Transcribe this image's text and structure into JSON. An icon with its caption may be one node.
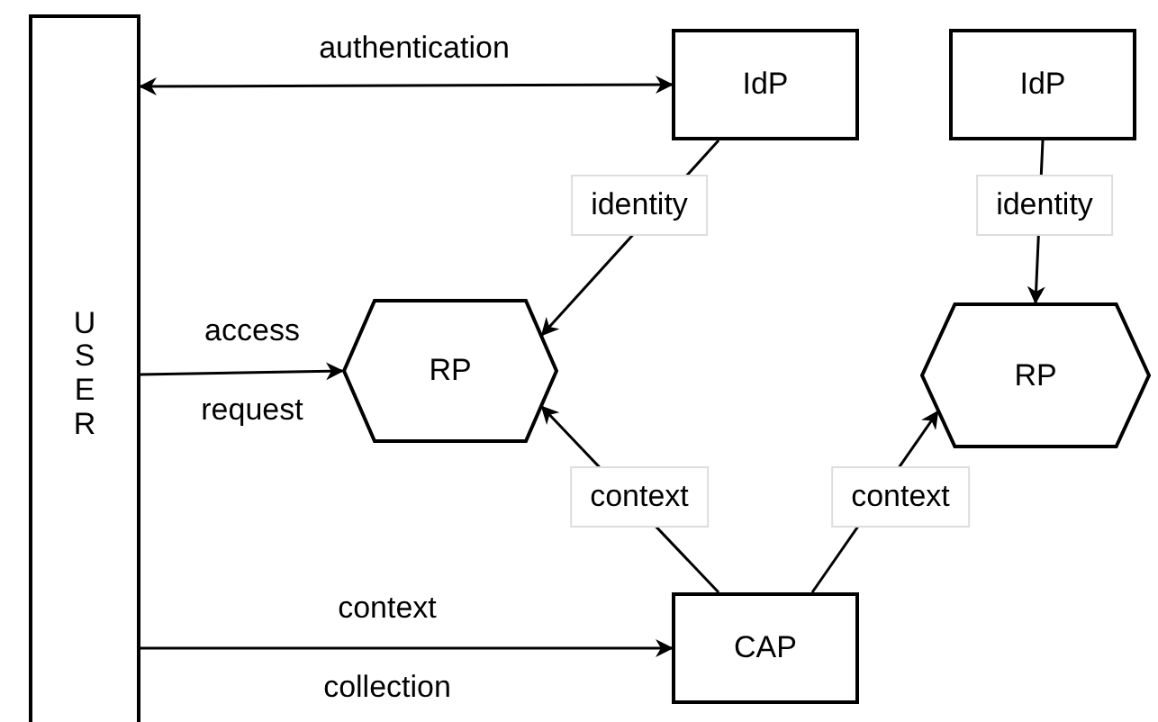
{
  "diagram": {
    "nodes": [
      {
        "text": [
          "USER"
        ]
      },
      {
        "text": [
          "IdP"
        ]
      },
      {
        "text": [
          "IdP"
        ]
      },
      {
        "text": [
          "RP"
        ]
      },
      {
        "text": [
          "RP"
        ]
      },
      {
        "text": [
          "CAP"
        ]
      }
    ],
    "edges": [
      {
        "from": 0,
        "to": 1,
        "arrow": "both",
        "label": "authentication"
      },
      {
        "from": 1,
        "to": 3,
        "arrow": "to",
        "label": "identity"
      },
      {
        "from": 2,
        "to": 4,
        "arrow": "to",
        "label": "identity"
      },
      {
        "from": 0,
        "to": 3,
        "arrow": "to",
        "label": "access request"
      },
      {
        "from": 5,
        "to": 3,
        "arrow": "to",
        "label": "context"
      },
      {
        "from": 5,
        "to": 4,
        "arrow": "to",
        "label": "context"
      },
      {
        "from": 0,
        "to": 5,
        "arrow": "to",
        "label": "context collection"
      }
    ]
  }
}
